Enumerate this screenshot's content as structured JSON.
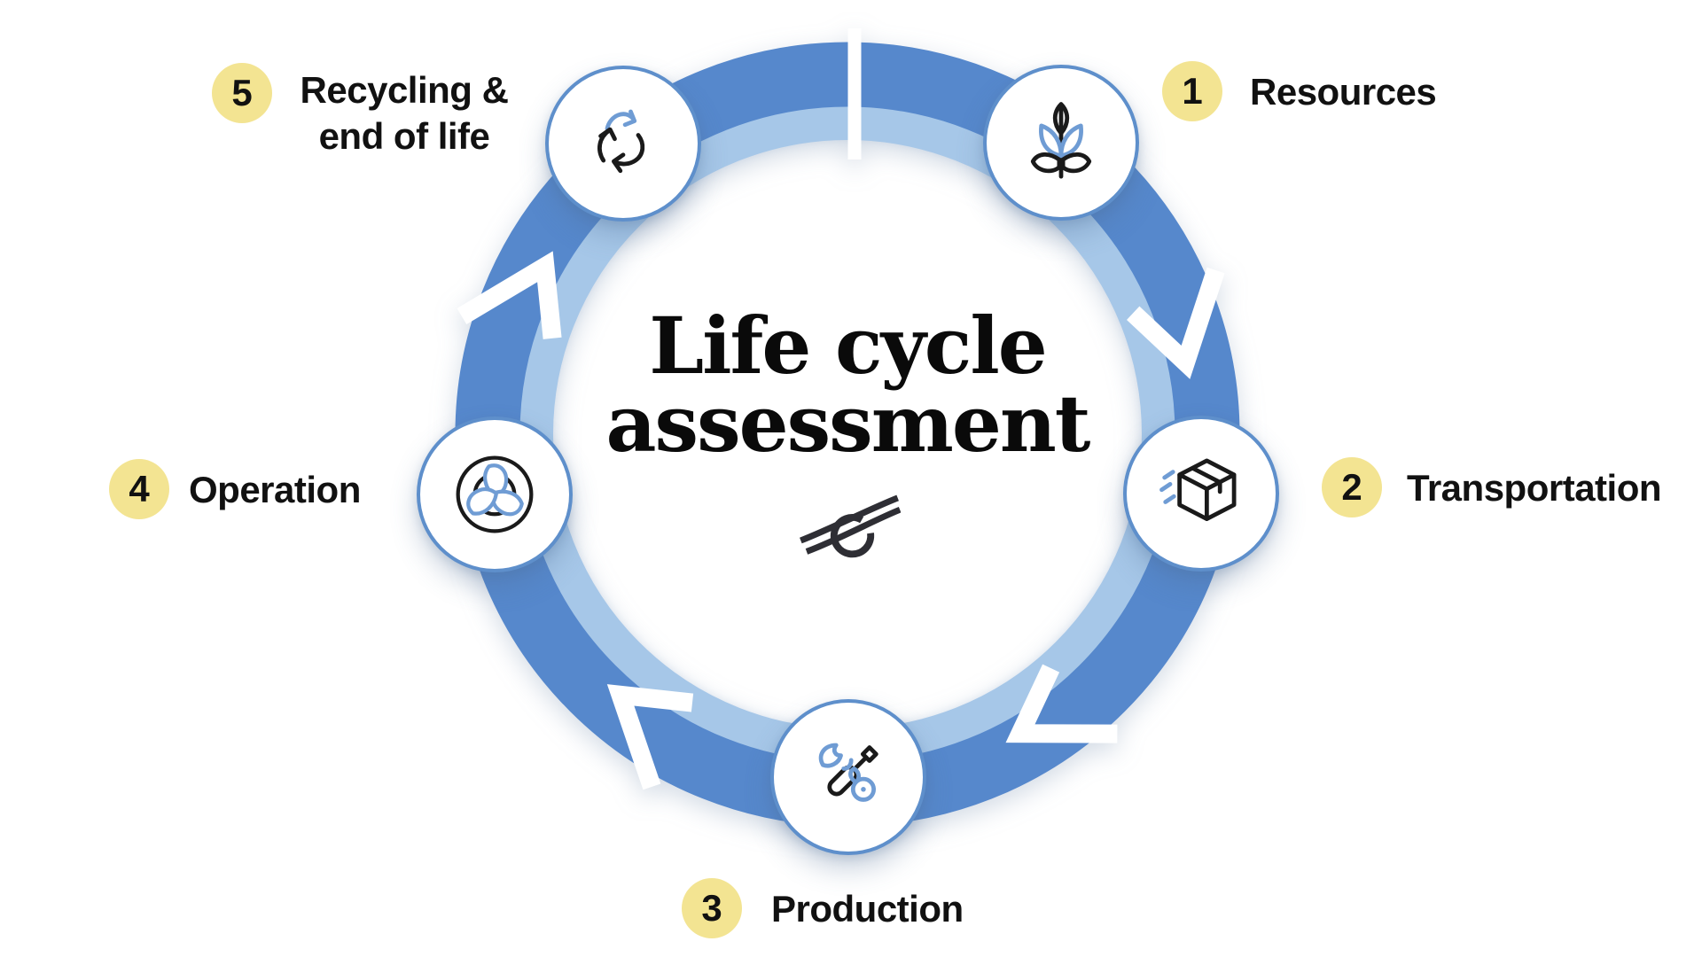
{
  "title": {
    "line1": "Life cycle",
    "line2": "assessment"
  },
  "stages": [
    {
      "number": "1",
      "label": "Resources",
      "icon": "wheat-grain-icon"
    },
    {
      "number": "2",
      "label": "Transportation",
      "icon": "shipping-box-icon"
    },
    {
      "number": "3",
      "label": "Production",
      "icon": "screwdriver-gear-icon"
    },
    {
      "number": "4",
      "label": "Operation",
      "icon": "fan-blades-icon"
    },
    {
      "number": "5",
      "label": "Recycling & end of life",
      "label_lines": [
        "Recycling &",
        "end of life"
      ],
      "icon": "recycle-arrows-icon"
    }
  ],
  "logo": {
    "name": "crossed-swoosh-logo"
  },
  "colors": {
    "ring_dark": "#5688cc",
    "ring_light": "#a6c7e8",
    "node_border": "#5e8fcb",
    "badge_yellow": "#f3e492",
    "icon_blue": "#6f9cd4",
    "icon_black": "#1a1a1a",
    "text_black": "#111111",
    "title_black": "#0a0a0a",
    "logo_dark": "#2e2e34",
    "background": "#ffffff"
  }
}
